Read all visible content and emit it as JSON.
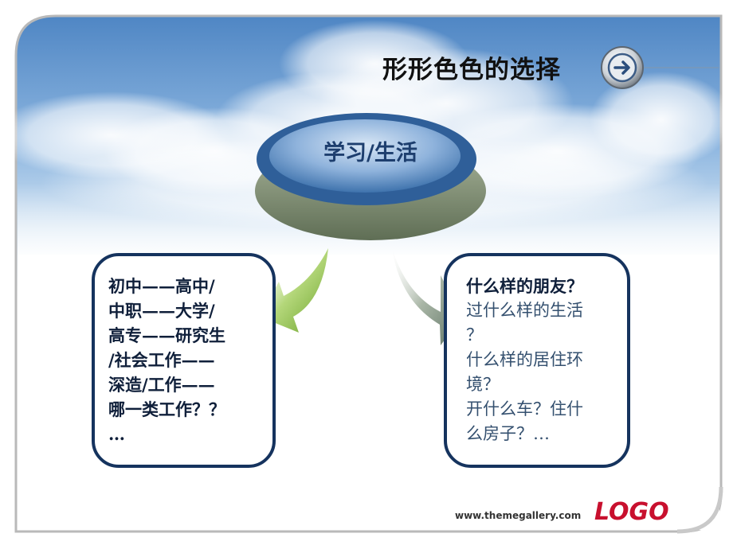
{
  "slide": {
    "title": "形形色色的选择",
    "hub_label": "学习/生活",
    "left_box": {
      "lines": [
        "初中——高中/",
        "中职——大学/",
        "高专——研究生",
        "/社会工作——",
        "深造/工作——",
        "哪一类工作？？",
        "…"
      ]
    },
    "right_box": {
      "heading": "什么样的朋友？",
      "lines": [
        "过什么样的生活",
        "？",
        "什么样的居住环",
        "境？",
        "开什么车？住什",
        "么房子？…"
      ]
    },
    "footer_url": "www.themegallery.com",
    "logo": "LOGO"
  },
  "colors": {
    "box_border": "#15335e",
    "hub_blue": "#4a82bd",
    "hub_base": "#7e8c72",
    "arrow_green": "#7ab030",
    "arrow_gray": "#6f8473",
    "logo_red": "#c8102e"
  },
  "icons": {
    "title_button": "arrow-right-icon"
  }
}
